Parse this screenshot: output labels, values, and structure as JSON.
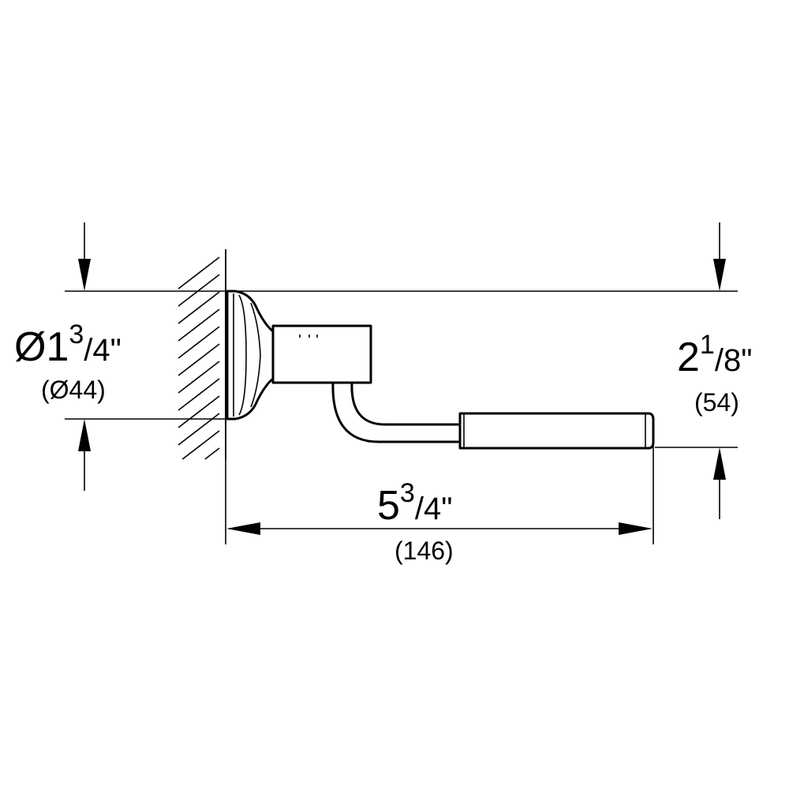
{
  "dimensions": {
    "diameter": {
      "prefix": "Ø1",
      "numerator": "3",
      "slash_denominator": "/4\"",
      "metric": "(Ø44)"
    },
    "height": {
      "prefix": "2",
      "numerator": "1",
      "slash_denominator": "/8\"",
      "metric": "(54)"
    },
    "length": {
      "prefix": "5",
      "numerator": "3",
      "slash_denominator": "/4\"",
      "metric": "(146)"
    }
  },
  "colors": {
    "line": "#000000",
    "background": "#ffffff"
  }
}
